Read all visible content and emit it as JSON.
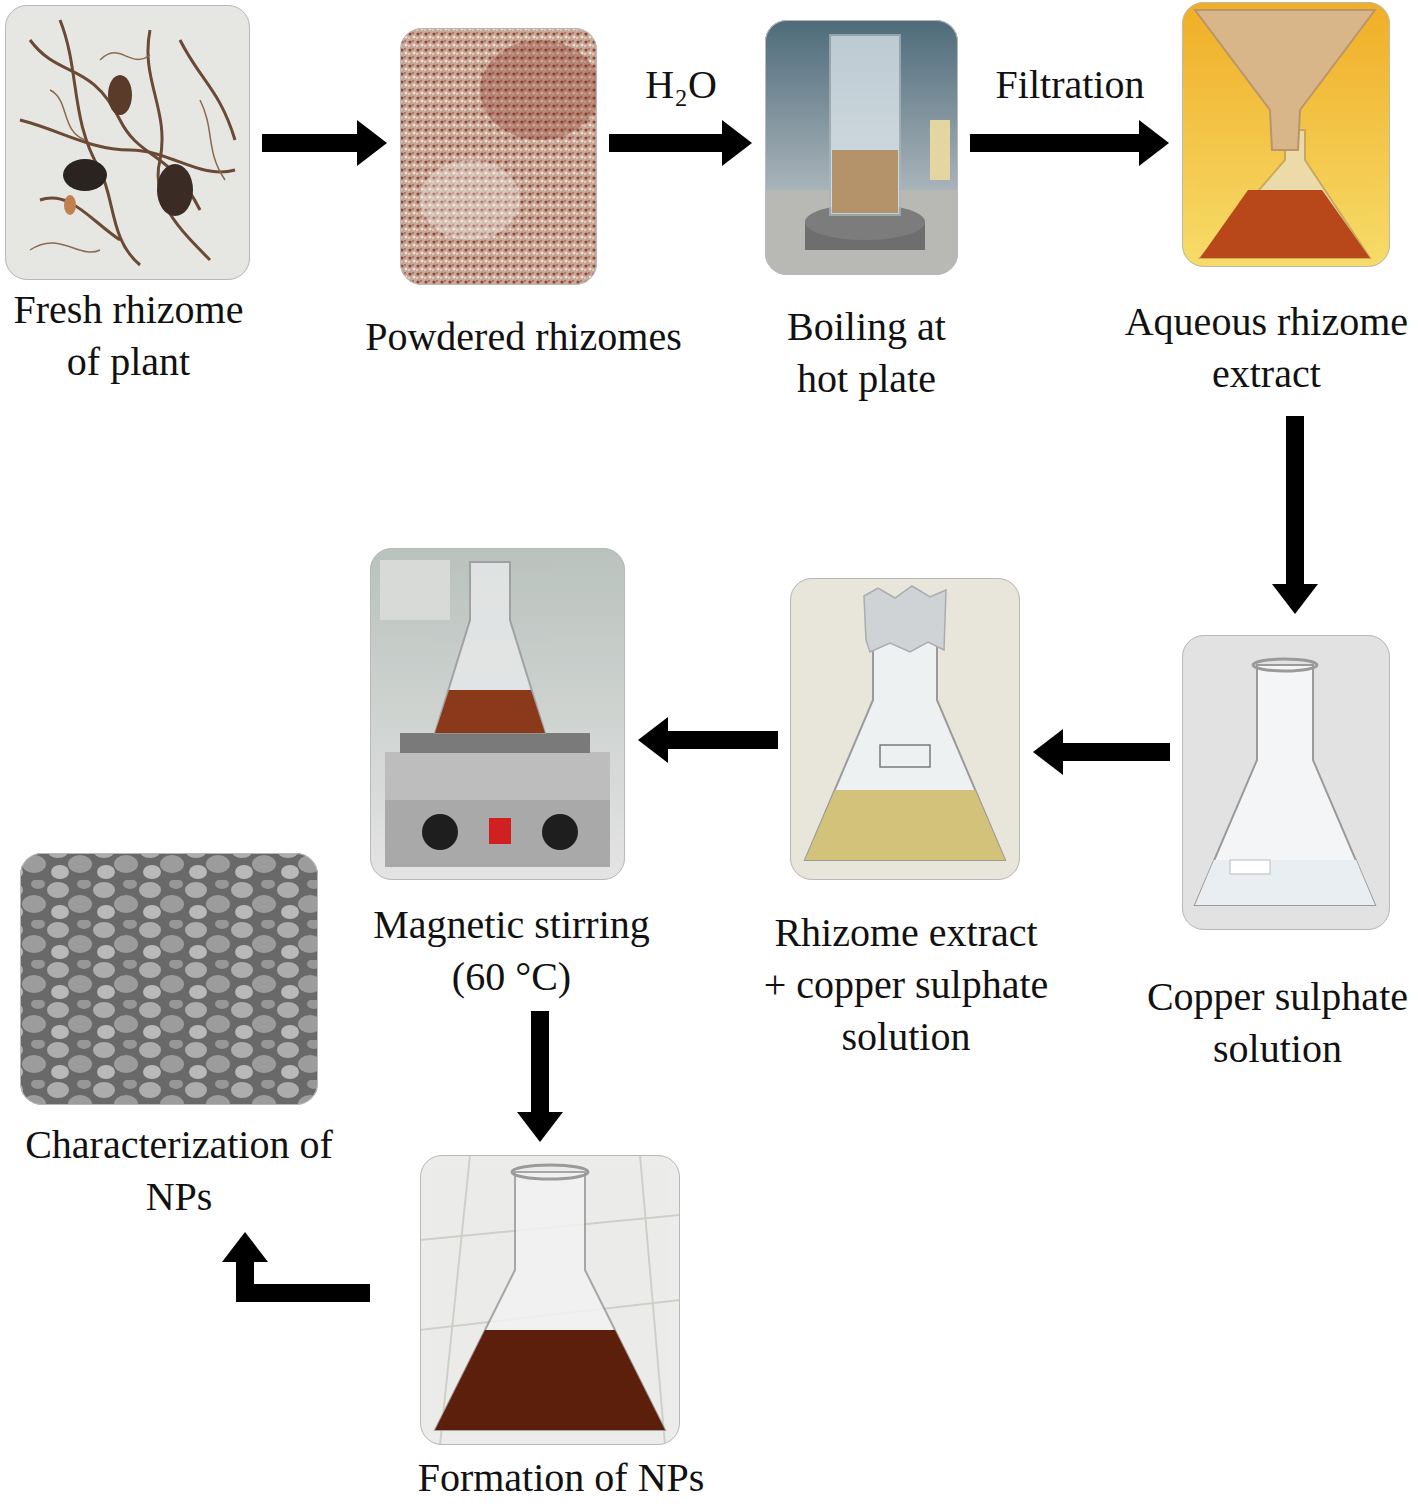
{
  "diagram": {
    "nodes": [
      {
        "text": [
          "Fresh rhizome of plant"
        ]
      },
      {
        "text": [
          "Powdered rhizomes"
        ]
      },
      {
        "text": [
          "Boiling at hot plate"
        ]
      },
      {
        "text": [
          "Aqueous rhizome extract"
        ]
      },
      {
        "text": [
          "Copper sulphate solution"
        ]
      },
      {
        "text": [
          "Rhizome extract + copper sulphate solution"
        ]
      },
      {
        "text": [
          "Magnetic stirring (60 °C)"
        ]
      },
      {
        "text": [
          "Formation of NPs"
        ]
      },
      {
        "text": [
          "Characterization of NPs"
        ]
      }
    ],
    "edges": [
      {
        "from": 0,
        "to": 1,
        "arrow": "to"
      },
      {
        "from": 1,
        "to": 2,
        "label": "H₂O",
        "arrow": "to"
      },
      {
        "from": 2,
        "to": 3,
        "label": "Filtration",
        "arrow": "to"
      },
      {
        "from": 3,
        "to": 4,
        "arrow": "to"
      },
      {
        "from": 4,
        "to": 5,
        "arrow": "to"
      },
      {
        "from": 5,
        "to": 6,
        "arrow": "to"
      },
      {
        "from": 6,
        "to": 7,
        "arrow": "to"
      },
      {
        "from": 7,
        "to": 8,
        "arrow": "to"
      }
    ]
  }
}
